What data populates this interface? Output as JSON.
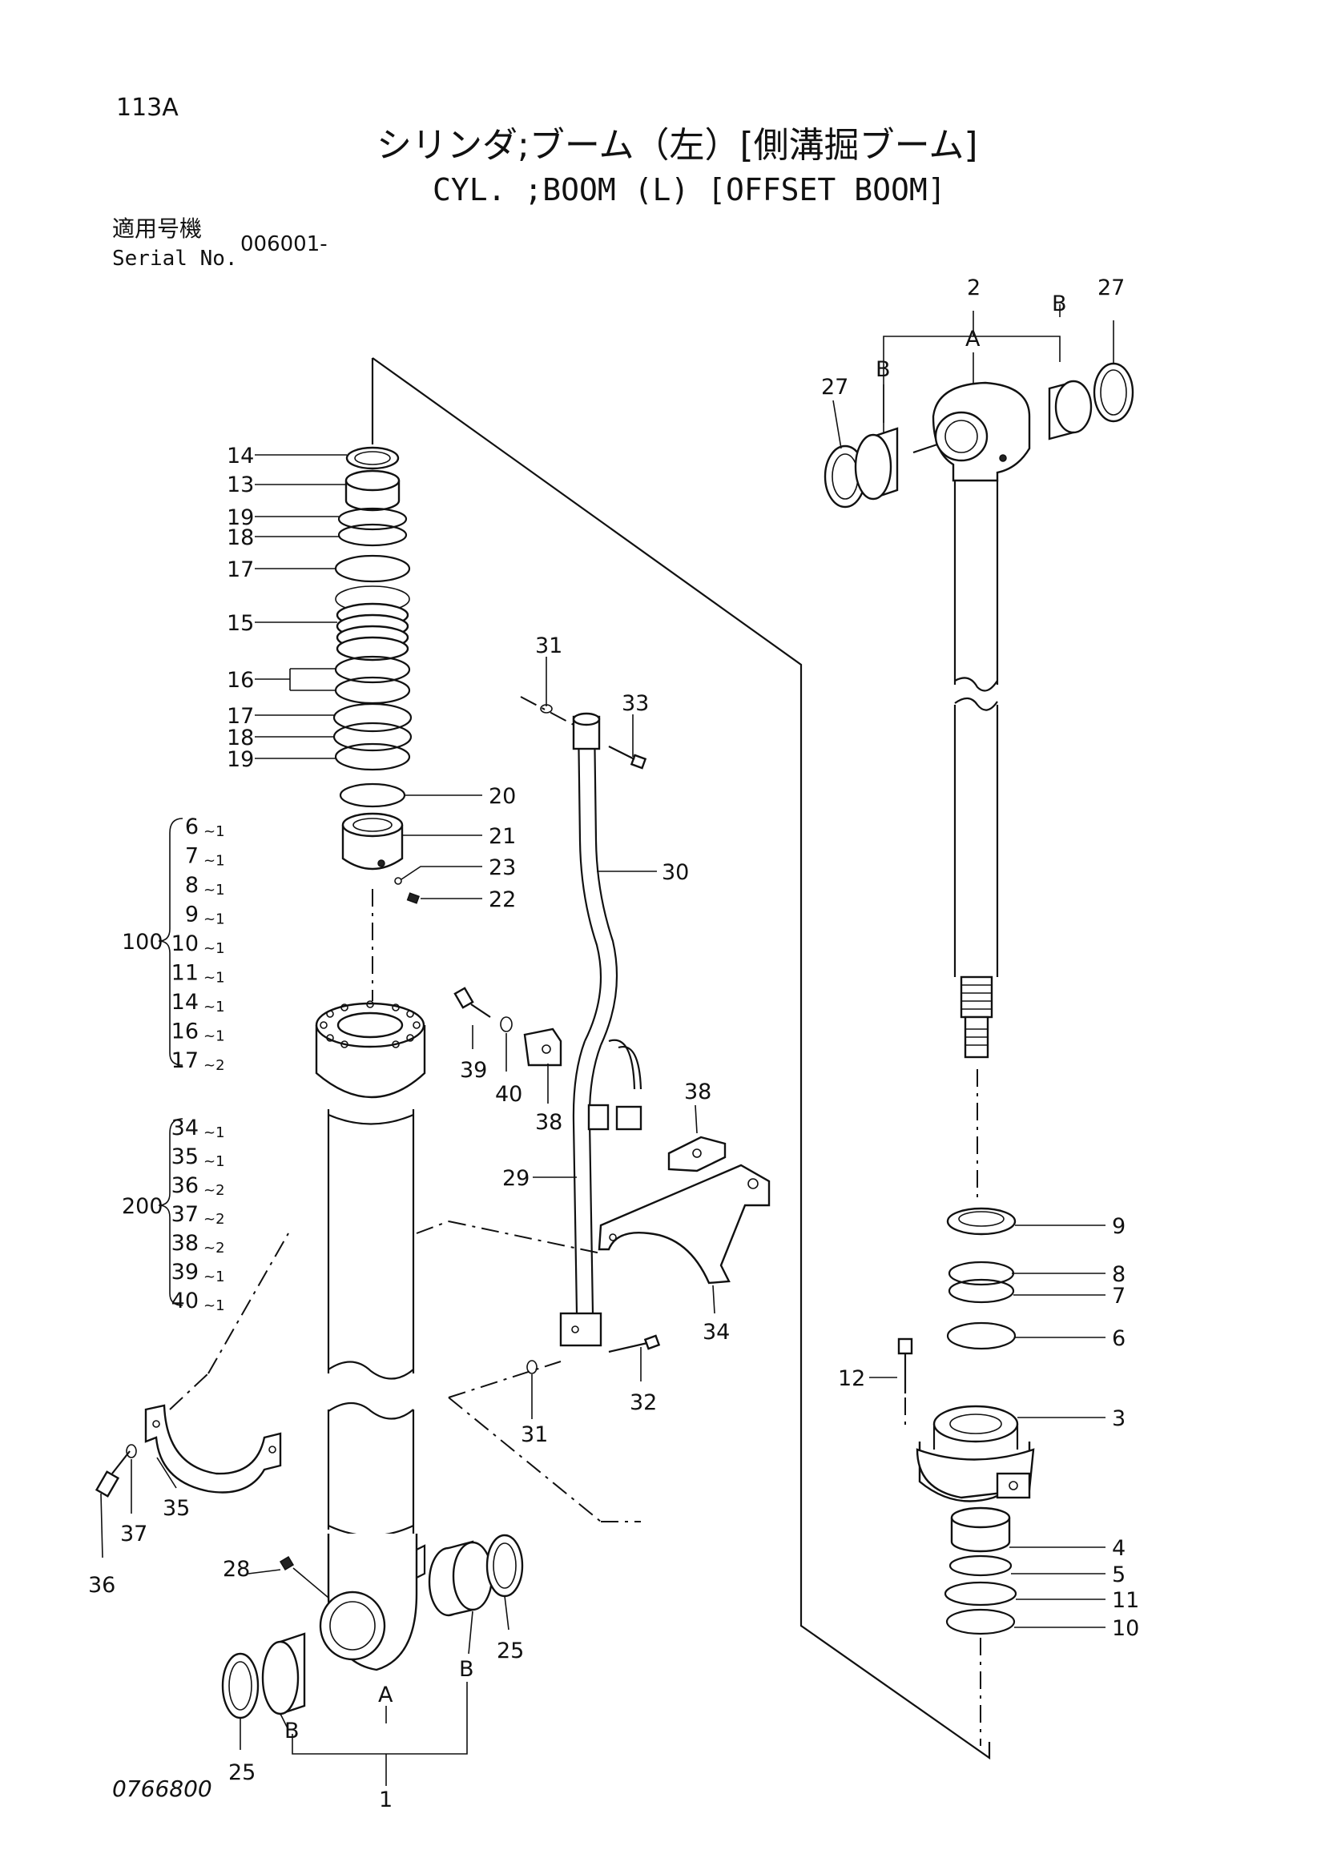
{
  "header": {
    "page_number": "113A",
    "title_jp": "シリンダ;ブーム（左）[側溝掘ブーム]",
    "title_en": "CYL. ;BOOM (L) [OFFSET BOOM]",
    "serial_label_jp": "適用号機",
    "serial_label_en": "Serial No.",
    "serial_value": "006001-"
  },
  "footer": {
    "drawing_number": "0766800"
  },
  "callouts": {
    "n1": "1",
    "n2": "2",
    "n3": "3",
    "n4": "4",
    "n5": "5",
    "n6": "6",
    "n7": "7",
    "n8": "8",
    "n9": "9",
    "n10": "10",
    "n11": "11",
    "n12": "12",
    "n13": "13",
    "n14": "14",
    "n15": "15",
    "n16": "16",
    "n17a": "17",
    "n17b": "17",
    "n18a": "18",
    "n18b": "18",
    "n19a": "19",
    "n19b": "19",
    "n20": "20",
    "n21": "21",
    "n22": "22",
    "n23": "23",
    "n25a": "25",
    "n25b": "25",
    "n27a": "27",
    "n27b": "27",
    "n28": "28",
    "n29": "29",
    "n30": "30",
    "n31a": "31",
    "n31b": "31",
    "n32": "32",
    "n33": "33",
    "n34": "34",
    "n35": "35",
    "n36": "36",
    "n37": "37",
    "n38a": "38",
    "n38b": "38",
    "n39": "39",
    "n40": "40",
    "A_lower": "A",
    "B_lower_left": "B",
    "B_lower_right": "B",
    "A_upper": "A",
    "B_upper_left": "B",
    "B_upper_right": "B"
  },
  "kit_100": {
    "label": "100",
    "items": [
      {
        "part": "6",
        "qty": "~1"
      },
      {
        "part": "7",
        "qty": "~1"
      },
      {
        "part": "8",
        "qty": "~1"
      },
      {
        "part": "9",
        "qty": "~1"
      },
      {
        "part": "10",
        "qty": "~1"
      },
      {
        "part": "11",
        "qty": "~1"
      },
      {
        "part": "14",
        "qty": "~1"
      },
      {
        "part": "16",
        "qty": "~1"
      },
      {
        "part": "17",
        "qty": "~2"
      }
    ]
  },
  "kit_200": {
    "label": "200",
    "items": [
      {
        "part": "34",
        "qty": "~1"
      },
      {
        "part": "35",
        "qty": "~1"
      },
      {
        "part": "36",
        "qty": "~2"
      },
      {
        "part": "37",
        "qty": "~2"
      },
      {
        "part": "38",
        "qty": "~2"
      },
      {
        "part": "39",
        "qty": "~1"
      },
      {
        "part": "40",
        "qty": "~1"
      }
    ]
  }
}
